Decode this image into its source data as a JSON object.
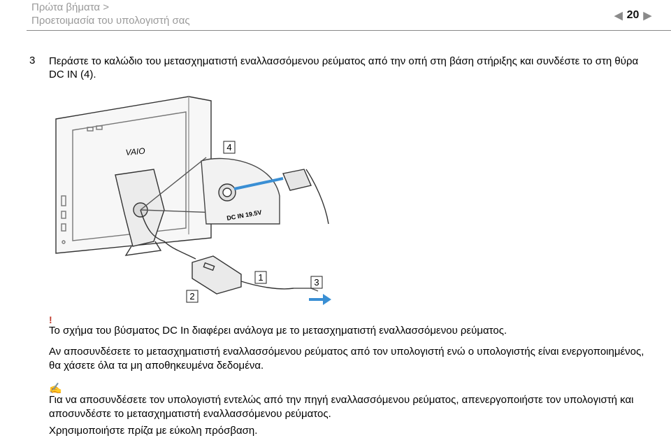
{
  "header": {
    "breadcrumb_1": "Πρώτα βήματα >",
    "breadcrumb_2": "Προετοιμασία του υπολογιστή σας",
    "page_number": "20",
    "prev_arrow": "◀",
    "next_arrow": "▶"
  },
  "step": {
    "number": "3",
    "text": "Περάστε το καλώδιο του μετασχηματιστή εναλλασσόμενου ρεύματος από την οπή στη βάση στήριξης και συνδέστε το στη θύρα DC IN (4)."
  },
  "figure": {
    "callouts": [
      "1",
      "2",
      "3",
      "4"
    ],
    "port_label": "DC IN 19.5V",
    "logo_text": "VAIO"
  },
  "warning": {
    "mark": "!",
    "line_1": "Το σχήμα του βύσματος DC In διαφέρει ανάλογα με το μετασχηματιστή εναλλασσόμενου ρεύματος.",
    "line_2": "Αν αποσυνδέσετε το μετασχηματιστή εναλλασσόμενου ρεύματος από τον υπολογιστή ενώ ο υπολογιστής είναι ενεργοποιημένος, θα χάσετε όλα τα μη αποθηκευμένα δεδομένα."
  },
  "note": {
    "icon": "note-pencil-icon",
    "text": "Για να αποσυνδέσετε τον υπολογιστή εντελώς από την πηγή εναλλασσόμενου ρεύματος, απενεργοποιήστε τον υπολογιστή και αποσυνδέστε το μετασχηματιστή εναλλασσόμενου ρεύματος.",
    "tip": "Χρησιμοποιήστε πρίζα με εύκολη πρόσβαση."
  },
  "colors": {
    "accent_arrow": "#3a8fd4",
    "warning": "#c0392b",
    "header_text": "#9a9a9a"
  }
}
